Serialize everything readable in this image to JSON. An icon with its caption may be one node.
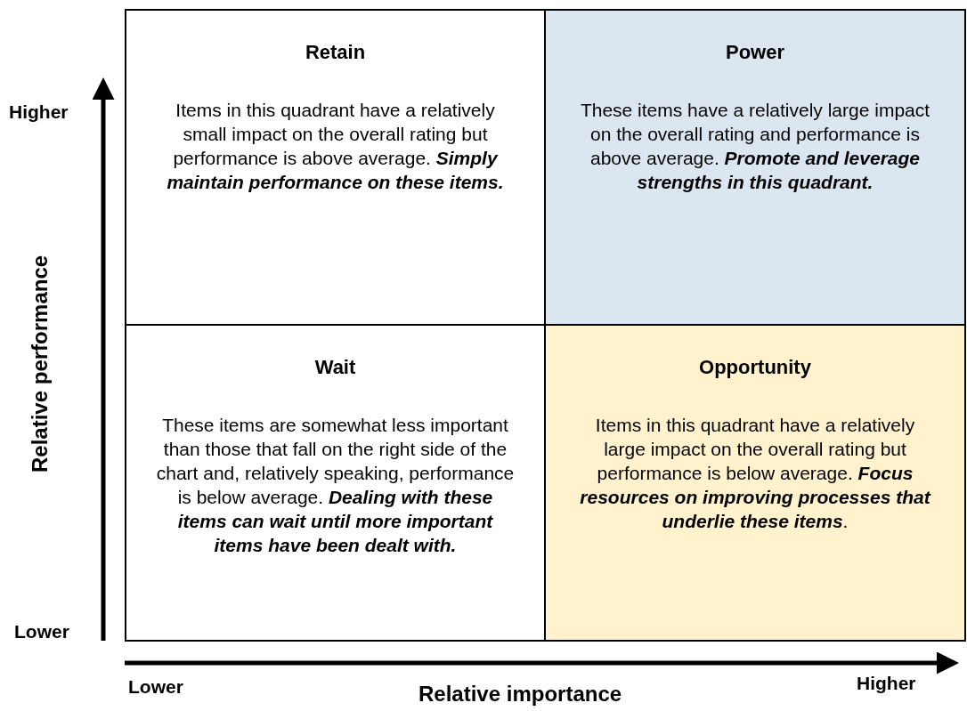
{
  "diagram": {
    "nodes": [
      {
        "text": [
          "Retain",
          "Items in this quadrant have a relatively small impact on the overall rating but performance is above average. **Simply maintain performance on these items.**"
        ]
      },
      {
        "text": [
          "Power",
          "These items have a relatively large impact on the overall rating and performance is above average. **Promote and leverage strengths in this quadrant.**"
        ]
      },
      {
        "text": [
          "Wait",
          "These items are somewhat less important than those that fall on the right side of the chart and, relatively speaking, performance is below average. **Dealing with these items can wait until more important items have been dealt with.**"
        ]
      },
      {
        "text": [
          "Opportunity",
          "Items in this quadrant have a relatively large impact on the overall rating but performance is below average. **Focus resources on improving processes that underlie these items**."
        ]
      }
    ],
    "labels": [
      "Higher",
      "Relative performance",
      "Lower",
      "Lower",
      "Relative importance",
      "Higher"
    ]
  }
}
